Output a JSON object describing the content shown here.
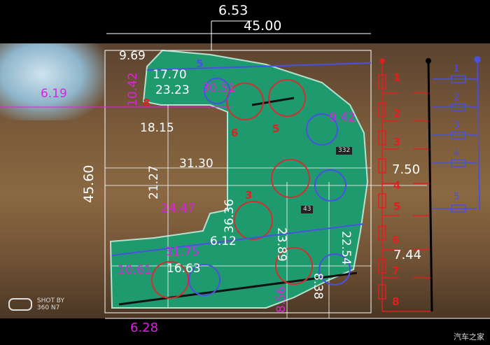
{
  "dimensions_white": {
    "top_a": "6.53",
    "top_b": "45.00",
    "d_9_69": "9.69",
    "d_17_70": "17.70",
    "d_23_23": "23.23",
    "d_18_15": "18.15",
    "d_21_27": "21.27",
    "d_31_30": "31.30",
    "d_45_60": "45.60",
    "d_36_36": "36.36",
    "d_6_12": "6.12",
    "d_16_63": "16.63",
    "d_23_89": "23.89",
    "d_22_54": "22.54",
    "d_7_50": "7.50",
    "d_7_44": "7.44",
    "d_8_38": "8.38"
  },
  "dimensions_magenta": {
    "d_6_19": "6.19",
    "d_10_42": "10.42",
    "d_30_51": "30.51",
    "d_9_42": "9.42",
    "d_24_47": "24.47",
    "d_31_75": "31.75",
    "d_10_61": "10.61",
    "d_6_28": "6.28",
    "d_8_56": "8.56"
  },
  "switch_labels_red": [
    "1",
    "2",
    "3",
    "4",
    "5",
    "6",
    "7",
    "8"
  ],
  "led_labels_blue": [
    "1",
    "2",
    "3",
    "4",
    "5"
  ],
  "pcb_markings": {
    "blue_5": "5",
    "red_8": "8",
    "red_6": "6",
    "red_5": "5",
    "red_3": "3",
    "res_332": "332",
    "res_43": "43"
  },
  "watermark": {
    "shot_by": "SHOT BY",
    "device": "360 N7",
    "site": "汽车之家"
  },
  "colors": {
    "pcb": "#1f9a6e",
    "dim_white": "#ffffff",
    "dim_magenta": "#e020e0",
    "switch_red": "#e02020",
    "led_blue": "#4a50e0"
  }
}
